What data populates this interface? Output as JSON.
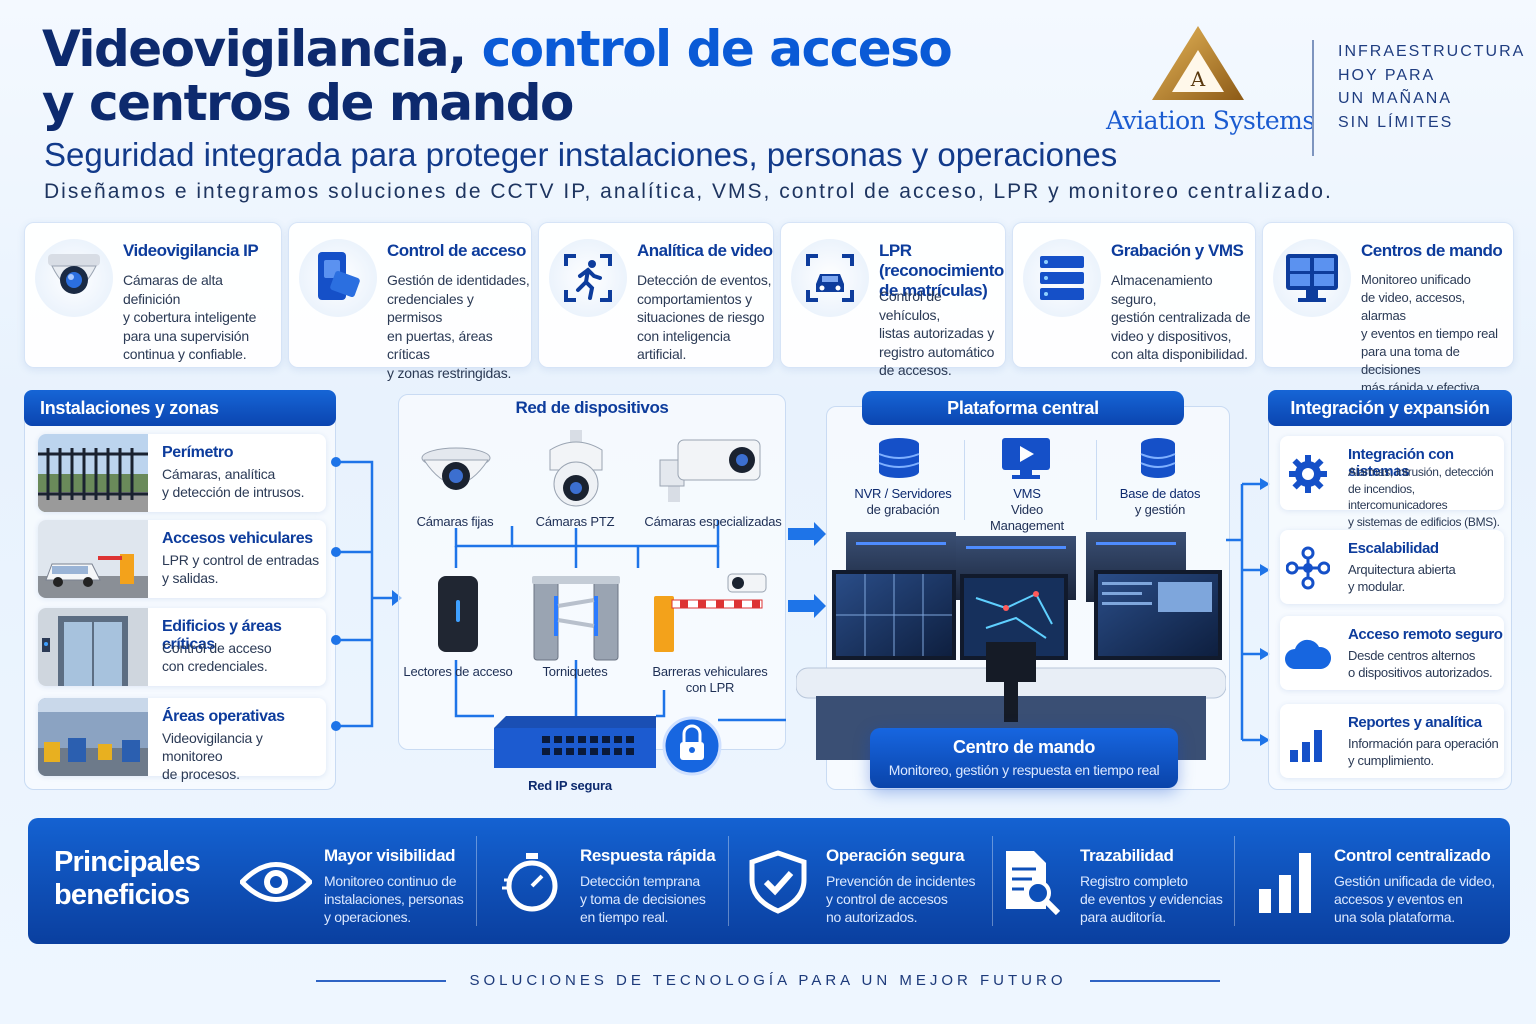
{
  "header": {
    "title_line1_a": "Videovigilancia,",
    "title_line1_b": " control de acceso",
    "title_line2": "y centros de mando",
    "subtitle": "Seguridad integrada para proteger instalaciones, personas y operaciones",
    "tagline": "Diseñamos e integramos soluciones de CCTV IP, analítica, VMS, control de acceso, LPR y monitoreo centralizado."
  },
  "brand": {
    "logo_letter": "A",
    "name": "Aviation Systems",
    "slogan": [
      "INFRAESTRUCTURA",
      "HOY PARA",
      "UN MAÑANA",
      "SIN LÍMITES"
    ]
  },
  "services": [
    {
      "icon": "dome-camera-icon",
      "title": "Videovigilancia IP",
      "desc": [
        "Cámaras de alta definición",
        "y cobertura inteligente",
        "para una supervisión",
        "continua y confiable."
      ]
    },
    {
      "icon": "access-card-icon",
      "title": "Control de acceso",
      "desc": [
        "Gestión de identidades,",
        "credenciales y permisos",
        "en puertas, áreas críticas",
        "y zonas restringidas."
      ]
    },
    {
      "icon": "running-person-icon",
      "title": "Analítica de video",
      "desc": [
        "Detección de eventos,",
        "comportamientos y",
        "situaciones de riesgo",
        "con inteligencia artificial."
      ]
    },
    {
      "icon": "car-scan-icon",
      "title": "LPR (reconocimiento de matrículas)",
      "desc": [
        "Control de vehículos,",
        "listas autorizadas y",
        "registro automático",
        "de accesos."
      ]
    },
    {
      "icon": "server-icon",
      "title": "Grabación y VMS",
      "desc": [
        "Almacenamiento seguro,",
        "gestión centralizada de",
        "video y dispositivos,",
        "con alta disponibilidad."
      ]
    },
    {
      "icon": "monitor-grid-icon",
      "title": "Centros de mando",
      "desc": [
        "Monitoreo unificado",
        "de video, accesos, alarmas",
        "y eventos en tiempo real",
        "para una toma de decisiones",
        "más rápida y efectiva."
      ]
    }
  ],
  "zones": {
    "header": "Instalaciones y zonas",
    "items": [
      {
        "title": "Perímetro",
        "desc": [
          "Cámaras, analítica",
          "y detección de intrusos."
        ]
      },
      {
        "title": "Accesos vehiculares",
        "desc": [
          "LPR y control de entradas",
          "y salidas."
        ]
      },
      {
        "title": "Edificios y áreas críticas",
        "desc": [
          "Control de acceso",
          "con credenciales."
        ]
      },
      {
        "title": "Áreas operativas",
        "desc": [
          "Videovigilancia y monitoreo",
          "de procesos."
        ]
      }
    ]
  },
  "devices": {
    "header": "Red de dispositivos",
    "items": [
      "Cámaras fijas",
      "Cámaras PTZ",
      "Cámaras especializadas",
      "Lectores de acceso",
      "Torniquetes",
      "Barreras vehiculares con LPR"
    ],
    "network": "Red IP segura"
  },
  "platform": {
    "header": "Plataforma central",
    "items": [
      {
        "title": "NVR / Servidores",
        "sub": "de grabación"
      },
      {
        "title": "VMS",
        "sub": "Video Management System"
      },
      {
        "title": "Base de datos",
        "sub": "y gestión"
      }
    ],
    "center_title": "Centro de mando",
    "center_sub": "Monitoreo, gestión y respuesta en tiempo real"
  },
  "integration": {
    "header": "Integración y expansión",
    "items": [
      {
        "icon": "gear-icon",
        "title": "Integración con sistemas",
        "desc": [
          "Alarmas, intrusión, detección",
          "de incendios, intercomunicadores",
          "y sistemas de edificios (BMS)."
        ]
      },
      {
        "icon": "network-nodes-icon",
        "title": "Escalabilidad",
        "desc": [
          "Arquitectura abierta",
          "y modular."
        ]
      },
      {
        "icon": "cloud-icon",
        "title": "Acceso remoto seguro",
        "desc": [
          "Desde centros alternos",
          "o dispositivos autorizados."
        ]
      },
      {
        "icon": "bar-chart-icon",
        "title": "Reportes y analítica",
        "desc": [
          "Información para operación",
          "y cumplimiento."
        ]
      }
    ]
  },
  "benefits": {
    "header": [
      "Principales",
      "beneficios"
    ],
    "items": [
      {
        "icon": "eye-icon",
        "title": "Mayor visibilidad",
        "desc": [
          "Monitoreo continuo de",
          "instalaciones, personas",
          "y operaciones."
        ]
      },
      {
        "icon": "stopwatch-icon",
        "title": "Respuesta rápida",
        "desc": [
          "Detección temprana",
          "y toma de decisiones",
          "en tiempo real."
        ]
      },
      {
        "icon": "shield-check-icon",
        "title": "Operación segura",
        "desc": [
          "Prevención de incidentes",
          "y control de accesos",
          "no autorizados."
        ]
      },
      {
        "icon": "document-search-icon",
        "title": "Trazabilidad",
        "desc": [
          "Registro completo",
          "de eventos y evidencias",
          "para auditoría."
        ]
      },
      {
        "icon": "bar-chart-icon",
        "title": "Control centralizado",
        "desc": [
          "Gestión unificada de video,",
          "accesos y eventos en",
          "una sola plataforma."
        ]
      }
    ]
  },
  "footer": "SOLUCIONES DE TECNOLOGÍA PARA UN MEJOR FUTURO",
  "colors": {
    "navy": "#0d2a6e",
    "primary_blue": "#0a5ad6",
    "panel_blue": "#1462d2",
    "accent_gold": "#c8962e"
  }
}
